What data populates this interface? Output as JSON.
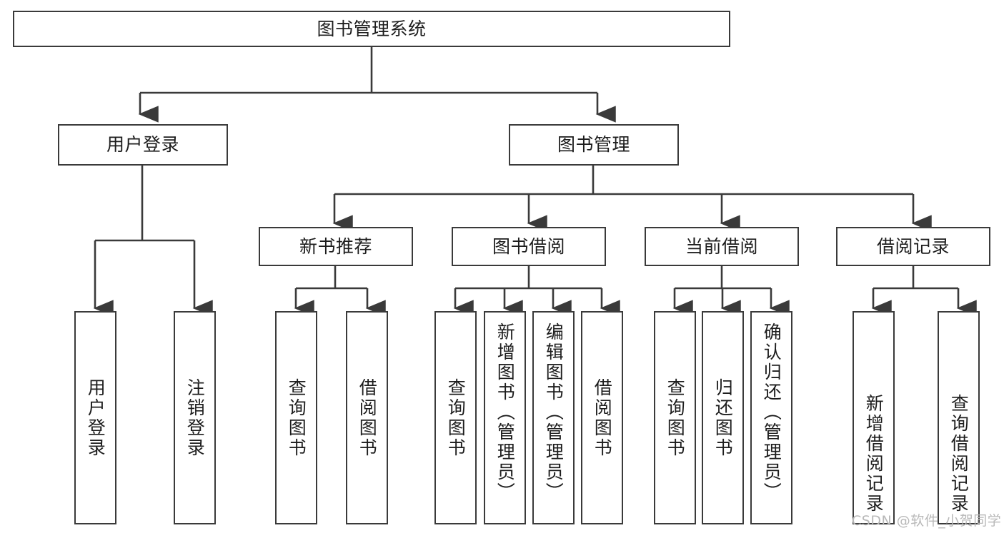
{
  "diagram": {
    "title": "图书管理系统",
    "type": "hierarchy-tree",
    "root": {
      "label": "图书管理系统"
    },
    "tier2": [
      {
        "label": "用户登录"
      },
      {
        "label": "图书管理"
      }
    ],
    "tier3": [
      {
        "label": "新书推荐"
      },
      {
        "label": "图书借阅"
      },
      {
        "label": "当前借阅"
      },
      {
        "label": "借阅记录"
      }
    ],
    "leaves": {
      "user_login": [
        {
          "label": "用户登录"
        },
        {
          "label": "注销登录"
        }
      ],
      "new_book_recommend": [
        {
          "label": "查询图书"
        },
        {
          "label": "借阅图书"
        }
      ],
      "book_borrow": [
        {
          "label": "查询图书"
        },
        {
          "label": "新增图书（管理员）"
        },
        {
          "label": "编辑图书（管理员）"
        },
        {
          "label": "借阅图书"
        }
      ],
      "current_borrow": [
        {
          "label": "查询图书"
        },
        {
          "label": "归还图书"
        },
        {
          "label": "确认归还（管理员）"
        }
      ],
      "borrow_records": [
        {
          "label": "新增借阅记录"
        },
        {
          "label": "查询借阅记录"
        }
      ]
    }
  },
  "watermark": {
    "text": "CSDN @软件_小贺同学"
  },
  "colors": {
    "stroke": "#3a3a3a",
    "text": "#1d1d1d",
    "background": "#ffffff",
    "watermark": "#b8b8b8"
  }
}
